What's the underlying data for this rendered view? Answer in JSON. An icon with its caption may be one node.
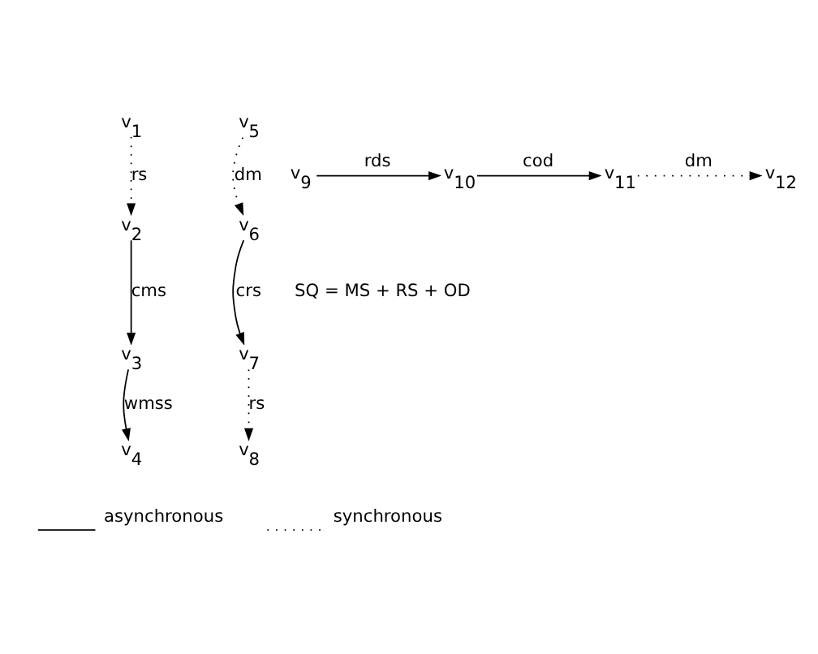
{
  "diagram": {
    "nodes": [
      {
        "text": [
          "v$_{1}$"
        ]
      },
      {
        "text": [
          "v$_{2}$"
        ]
      },
      {
        "text": [
          "v$_{3}$"
        ]
      },
      {
        "text": [
          "v$_{4}$"
        ]
      },
      {
        "text": [
          "v$_{5}$"
        ]
      },
      {
        "text": [
          "v$_{6}$"
        ]
      },
      {
        "text": [
          "v$_{7}$"
        ]
      },
      {
        "text": [
          "v$_{8}$"
        ]
      },
      {
        "text": [
          "v$_{9}$"
        ]
      },
      {
        "text": [
          "v$_{10}$"
        ]
      },
      {
        "text": [
          "v$_{11}$"
        ]
      },
      {
        "text": [
          "v$_{12}$"
        ]
      }
    ],
    "edges": [
      {
        "from": 0,
        "to": 1,
        "arrow": "to",
        "label": "rs",
        "style": "dashed"
      },
      {
        "from": 1,
        "to": 2,
        "arrow": "to",
        "label": "cms"
      },
      {
        "from": 2,
        "to": 3,
        "arrow": "to",
        "label": "wmss"
      },
      {
        "from": 8,
        "to": 9,
        "arrow": "to",
        "label": "rds"
      },
      {
        "from": 9,
        "to": 10,
        "arrow": "to",
        "label": "cod"
      },
      {
        "from": 10,
        "to": 11,
        "arrow": "to",
        "label": "dm",
        "style": "dashed"
      },
      {
        "from": 4,
        "to": 5,
        "arrow": "to",
        "label": "dm",
        "style": "dashed"
      },
      {
        "from": 5,
        "to": 6,
        "arrow": "to",
        "label": "crs"
      },
      {
        "from": 6,
        "to": 7,
        "arrow": "to",
        "label": "rs",
        "style": "dashed"
      }
    ],
    "labels": [
      "SQ = MS + RS + OD"
    ],
    "legend": [
      {
        "text": "asynchronous"
      },
      {
        "text": "synchronous"
      }
    ]
  }
}
